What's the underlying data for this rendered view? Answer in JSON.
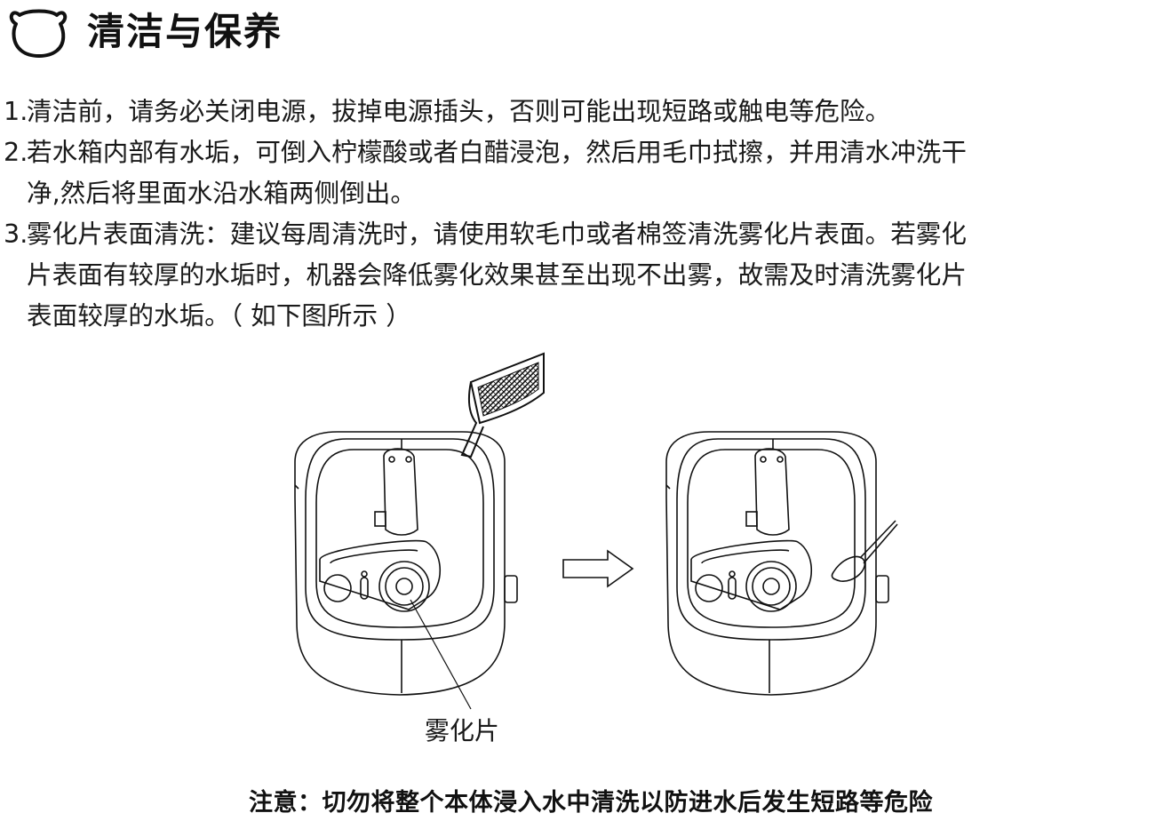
{
  "section": {
    "title": "清洁与保养",
    "icon": "bear-head-icon"
  },
  "steps": [
    {
      "number": "1.",
      "lines": [
        "清洁前，请务必关闭电源，拔掉电源插头，否则可能出现短路或触电等危险。"
      ]
    },
    {
      "number": "2.",
      "lines": [
        "若水箱内部有水垢，可倒入柠檬酸或者白醋浸泡，然后用毛巾拭擦，并用清水冲洗干",
        "净,然后将里面水沿水箱两侧倒出。"
      ]
    },
    {
      "number": "3.",
      "lines": [
        "雾化片表面清洗：建议每周清洗时，请使用软毛巾或者棉签清洗雾化片表面。若雾化",
        "片表面有较厚的水垢时，机器会降低雾化效果甚至出现不出雾，故需及时清洗雾化片",
        "表面较厚的水垢。（ 如下图所示 ）"
      ]
    }
  ],
  "figure": {
    "atomizer_label": "雾化片",
    "icons": [
      "pouring-cup-icon",
      "humidifier-top-view-icon",
      "arrow-right-icon",
      "cotton-swab-icon"
    ]
  },
  "warning": "注意：切勿将整个本体浸入水中清洗以防进水后发生短路等危险"
}
